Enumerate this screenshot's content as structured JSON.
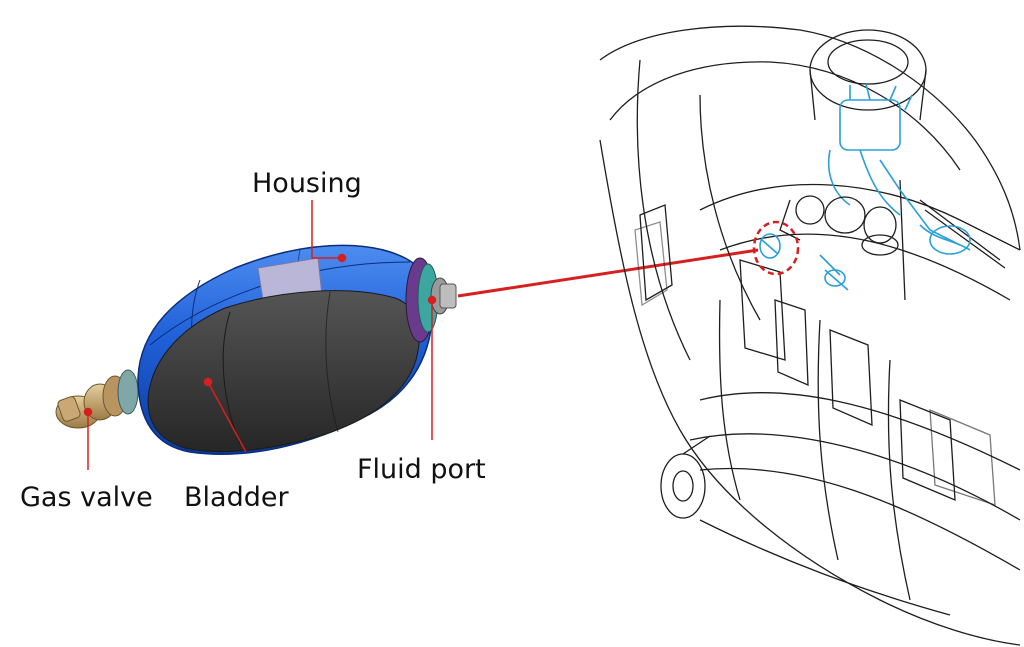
{
  "labels": {
    "housing": "Housing",
    "fluid_port": "Fluid port",
    "gas_valve": "Gas valve",
    "bladder": "Bladder"
  },
  "colors": {
    "housing_blue": "#1f5fd8",
    "housing_dark": "#0d3a9a",
    "bladder_gray": "#3a3a3a",
    "leader_red": "#d62020",
    "highlight_blue": "#2a9fd8",
    "brass": "#c8a46a"
  },
  "icons": {
    "accumulator": "accumulator-illustration",
    "helicopter": "helicopter-line-drawing"
  }
}
